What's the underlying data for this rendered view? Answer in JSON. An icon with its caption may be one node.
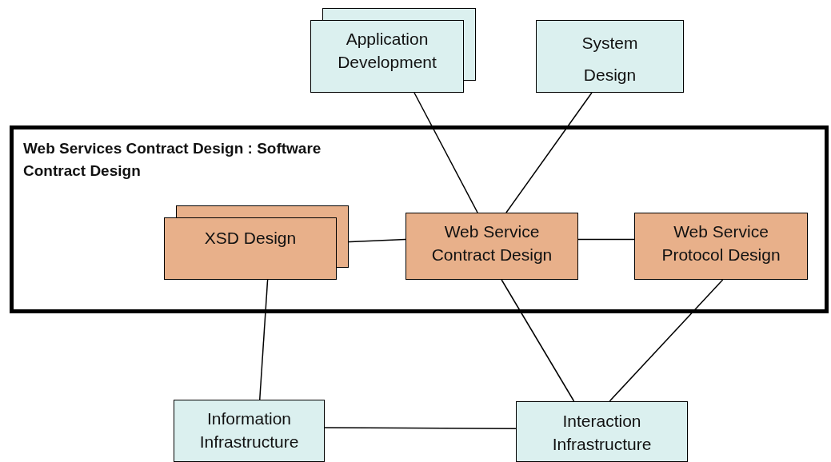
{
  "diagram": {
    "nodes": [
      {
        "text": [
          "Application Development"
        ]
      },
      {
        "text": [
          "System Design"
        ]
      },
      {
        "text": [
          "Web Services Contract Design : Software Contract Design"
        ]
      },
      {
        "text": [
          "XSD Design"
        ],
        "in": 2
      },
      {
        "text": [
          "Web Service Contract Design"
        ],
        "in": 2
      },
      {
        "text": [
          "Web Service Protocol Design"
        ],
        "in": 2
      },
      {
        "text": [
          "Information Infrastructure"
        ]
      },
      {
        "text": [
          "Interaction Infrastructure"
        ]
      }
    ],
    "edges": [
      {
        "from": 0,
        "to": 4,
        "arrow": "none"
      },
      {
        "from": 1,
        "to": 4,
        "arrow": "none"
      },
      {
        "from": 3,
        "to": 4,
        "arrow": "none"
      },
      {
        "from": 4,
        "to": 5,
        "arrow": "none"
      },
      {
        "from": 3,
        "to": 6,
        "arrow": "none"
      },
      {
        "from": 4,
        "to": 7,
        "arrow": "none"
      },
      {
        "from": 5,
        "to": 7,
        "arrow": "none"
      },
      {
        "from": 6,
        "to": 7,
        "arrow": "none"
      }
    ]
  }
}
